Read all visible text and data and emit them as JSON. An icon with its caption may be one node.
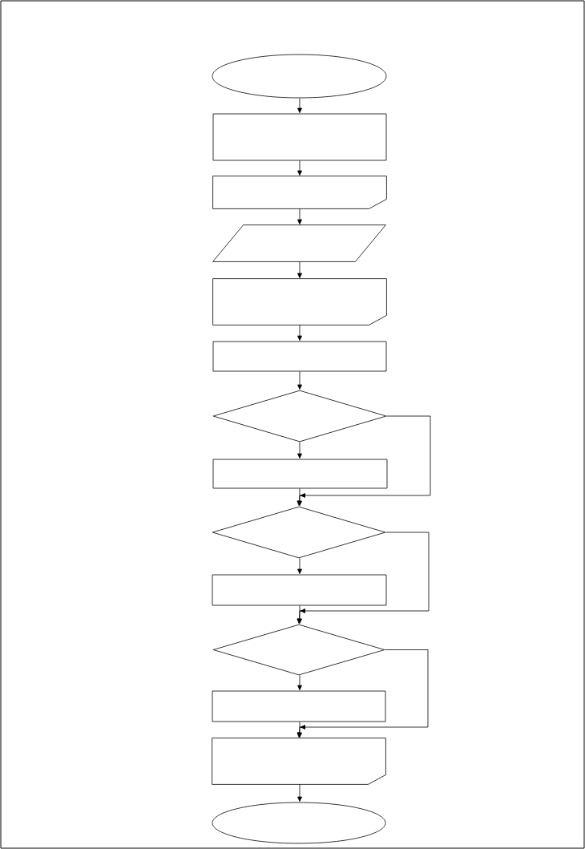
{
  "diagram": {
    "nodes": [
      {
        "text": [],
        "shape": "ellipse"
      },
      {
        "text": [],
        "shape": "box"
      },
      {
        "text": [],
        "shape": "card"
      },
      {
        "text": [],
        "shape": "parallelogram"
      },
      {
        "text": [],
        "shape": "card"
      },
      {
        "text": [],
        "shape": "box"
      },
      {
        "text": [],
        "shape": "diamond"
      },
      {
        "text": [],
        "shape": "box"
      },
      {
        "text": [],
        "shape": "diamond"
      },
      {
        "text": [],
        "shape": "box"
      },
      {
        "text": [],
        "shape": "diamond"
      },
      {
        "text": [],
        "shape": "box"
      },
      {
        "text": [],
        "shape": "card"
      },
      {
        "text": [],
        "shape": "ellipse"
      }
    ],
    "edges": [
      {
        "from": 0,
        "to": 1,
        "arrow": "to"
      },
      {
        "from": 1,
        "to": 2,
        "arrow": "to"
      },
      {
        "from": 2,
        "to": 3,
        "arrow": "to"
      },
      {
        "from": 3,
        "to": 4,
        "arrow": "to"
      },
      {
        "from": 4,
        "to": 5,
        "arrow": "to"
      },
      {
        "from": 5,
        "to": 6,
        "arrow": "to"
      },
      {
        "from": 6,
        "to": 7,
        "arrow": "to"
      },
      {
        "from": 7,
        "to": 8,
        "arrow": "to"
      },
      {
        "from": 6,
        "to": 8,
        "arrow": "to"
      },
      {
        "from": 8,
        "to": 9,
        "arrow": "to"
      },
      {
        "from": 9,
        "to": 10,
        "arrow": "to"
      },
      {
        "from": 8,
        "to": 10,
        "arrow": "to"
      },
      {
        "from": 10,
        "to": 11,
        "arrow": "to"
      },
      {
        "from": 11,
        "to": 12,
        "arrow": "to"
      },
      {
        "from": 10,
        "to": 12,
        "arrow": "to"
      },
      {
        "from": 12,
        "to": 13,
        "arrow": "to"
      }
    ]
  }
}
